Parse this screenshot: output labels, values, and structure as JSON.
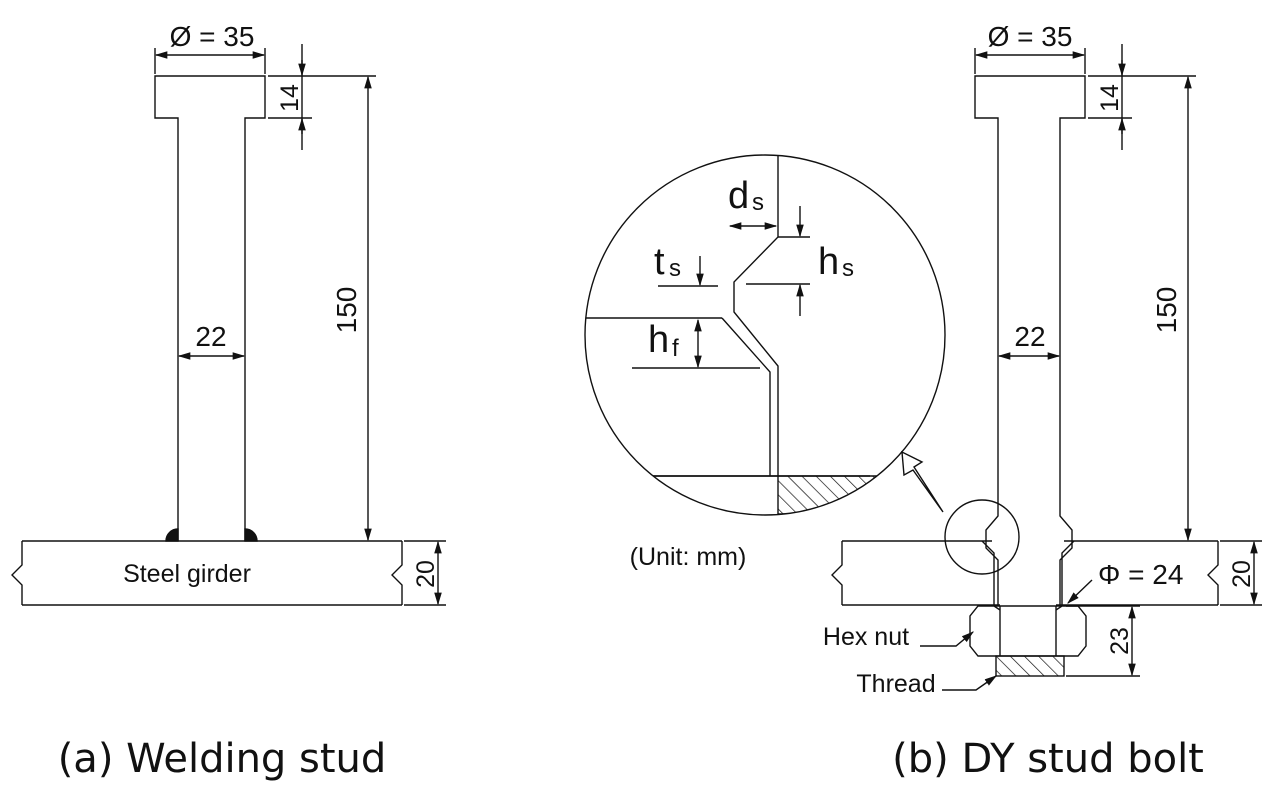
{
  "welding_stud": {
    "head_dia": "Ø = 35",
    "head_h": "14",
    "length": "150",
    "shank": "22",
    "plate_t": "20",
    "girder": "Steel girder",
    "caption": "(a) Welding stud"
  },
  "detail": {
    "ds_main": "d",
    "ds_sub": "s",
    "ts_main": "t",
    "ts_sub": "s",
    "hs_main": "h",
    "hs_sub": "s",
    "hf_main": "h",
    "hf_sub": "f",
    "unit": "(Unit: mm)"
  },
  "stud_bolt": {
    "head_dia": "Ø = 35",
    "head_h": "14",
    "length": "150",
    "shank": "22",
    "plate_t": "20",
    "phi": "Φ = 24",
    "nut_h": "23",
    "hex_nut": "Hex nut",
    "thread": "Thread",
    "caption": "(b) DY stud bolt"
  }
}
